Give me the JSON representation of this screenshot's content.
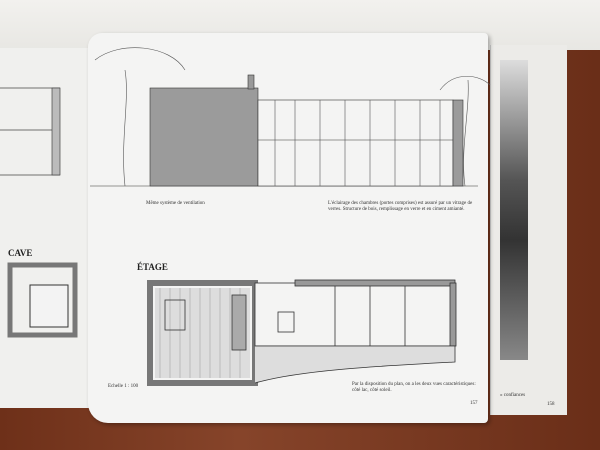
{
  "left_page": {
    "heading": "CAVE"
  },
  "main_page": {
    "heading": "ÉTAGE",
    "caption_left": "Même système de ventilation",
    "caption_right": "L'éclairage des chambres (portes comprises) est assuré par un vitrage de verres. Structure de bois, remplissage en verre et en ciment amianté.",
    "scale": "Echelle 1 : 100",
    "caption_plan": "Par la disposition du plan, on a les deux vues caractéristiques: côté lac, côté soleil.",
    "page_number": "157"
  },
  "right_page": {
    "caption": "« confiances",
    "page_number": "158"
  }
}
